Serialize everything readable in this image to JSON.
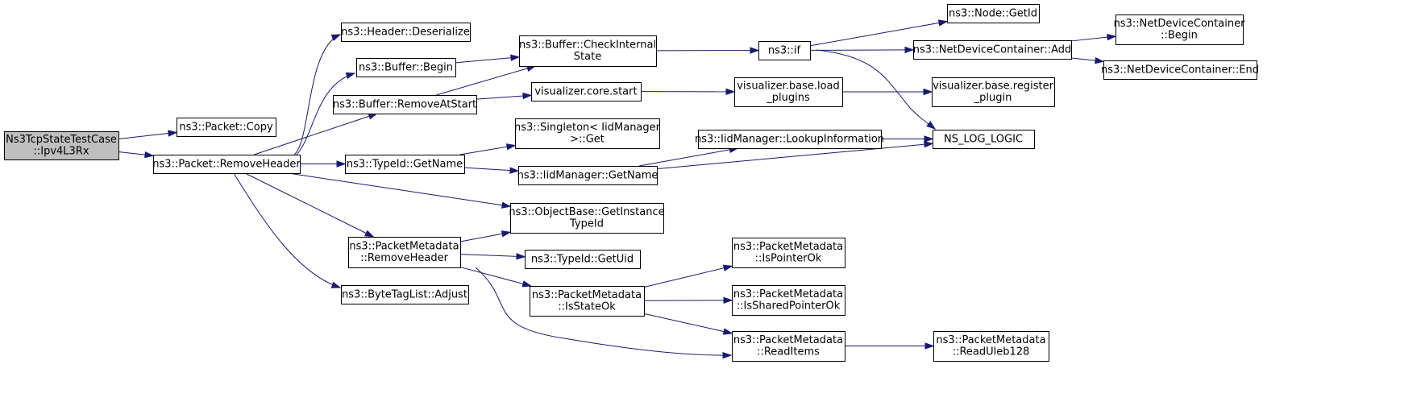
{
  "graph": {
    "edge_color": "#191970",
    "root_fill": "#bfbfbf",
    "node_fill": "#ffffff",
    "nodes": [
      {
        "id": "root",
        "lines": [
          "Ns3TcpStateTestCase",
          "::Ipv4L3Rx"
        ],
        "root": true
      },
      {
        "id": "packet_copy",
        "lines": [
          "ns3::Packet::Copy"
        ]
      },
      {
        "id": "packet_removeheader",
        "lines": [
          "ns3::Packet::RemoveHeader"
        ]
      },
      {
        "id": "header_deserialize",
        "lines": [
          "ns3::Header::Deserialize"
        ]
      },
      {
        "id": "buffer_begin",
        "lines": [
          "ns3::Buffer::Begin"
        ]
      },
      {
        "id": "buffer_removeatstart",
        "lines": [
          "ns3::Buffer::RemoveAtStart"
        ]
      },
      {
        "id": "typeid_getname",
        "lines": [
          "ns3::TypeId::GetName"
        ]
      },
      {
        "id": "pm_removeheader",
        "lines": [
          "ns3::PacketMetadata",
          "::RemoveHeader"
        ]
      },
      {
        "id": "bytetaglist_adjust",
        "lines": [
          "ns3::ByteTagList::Adjust"
        ]
      },
      {
        "id": "buffer_checkinternal",
        "lines": [
          "ns3::Buffer::CheckInternal",
          "State"
        ]
      },
      {
        "id": "viz_core_start",
        "lines": [
          "visualizer.core.start"
        ]
      },
      {
        "id": "singleton_get",
        "lines": [
          "ns3::Singleton< IidManager",
          ">::Get"
        ]
      },
      {
        "id": "iid_getname",
        "lines": [
          "ns3::IidManager::GetName"
        ]
      },
      {
        "id": "objectbase_getinstance",
        "lines": [
          "ns3::ObjectBase::GetInstance",
          "TypeId"
        ]
      },
      {
        "id": "typeid_getuid",
        "lines": [
          "ns3::TypeId::GetUid"
        ]
      },
      {
        "id": "pm_isstateok",
        "lines": [
          "ns3::PacketMetadata",
          "::IsStateOk"
        ]
      },
      {
        "id": "ns3_if",
        "lines": [
          "ns3::if"
        ]
      },
      {
        "id": "viz_base_load",
        "lines": [
          "visualizer.base.load",
          "_plugins"
        ]
      },
      {
        "id": "iid_lookup",
        "lines": [
          "ns3::IidManager::LookupInformation"
        ]
      },
      {
        "id": "pm_ispointerok",
        "lines": [
          "ns3::PacketMetadata",
          "::IsPointerOk"
        ]
      },
      {
        "id": "pm_issharedpointerok",
        "lines": [
          "ns3::PacketMetadata",
          "::IsSharedPointerOk"
        ]
      },
      {
        "id": "pm_readitems",
        "lines": [
          "ns3::PacketMetadata",
          "::ReadItems"
        ]
      },
      {
        "id": "node_getid",
        "lines": [
          "ns3::Node::GetId"
        ]
      },
      {
        "id": "ndc_add",
        "lines": [
          "ns3::NetDeviceContainer::Add"
        ]
      },
      {
        "id": "viz_base_register",
        "lines": [
          "visualizer.base.register",
          "_plugin"
        ]
      },
      {
        "id": "ns_log_logic",
        "lines": [
          "NS_LOG_LOGIC"
        ]
      },
      {
        "id": "pm_readuleb128",
        "lines": [
          "ns3::PacketMetadata",
          "::ReadUleb128"
        ]
      },
      {
        "id": "ndc_begin",
        "lines": [
          "ns3::NetDeviceContainer",
          "::Begin"
        ]
      },
      {
        "id": "ndc_end",
        "lines": [
          "ns3::NetDeviceContainer::End"
        ]
      }
    ],
    "edges": [
      {
        "from": "root",
        "to": "packet_copy"
      },
      {
        "from": "root",
        "to": "packet_removeheader"
      },
      {
        "from": "packet_removeheader",
        "to": "header_deserialize"
      },
      {
        "from": "packet_removeheader",
        "to": "buffer_begin"
      },
      {
        "from": "packet_removeheader",
        "to": "buffer_removeatstart"
      },
      {
        "from": "packet_removeheader",
        "to": "typeid_getname"
      },
      {
        "from": "packet_removeheader",
        "to": "objectbase_getinstance"
      },
      {
        "from": "packet_removeheader",
        "to": "pm_removeheader"
      },
      {
        "from": "packet_removeheader",
        "to": "bytetaglist_adjust"
      },
      {
        "from": "buffer_begin",
        "to": "buffer_checkinternal"
      },
      {
        "from": "buffer_removeatstart",
        "to": "buffer_checkinternal"
      },
      {
        "from": "buffer_removeatstart",
        "to": "viz_core_start"
      },
      {
        "from": "typeid_getname",
        "to": "singleton_get"
      },
      {
        "from": "typeid_getname",
        "to": "iid_getname"
      },
      {
        "from": "pm_removeheader",
        "to": "objectbase_getinstance"
      },
      {
        "from": "pm_removeheader",
        "to": "typeid_getuid"
      },
      {
        "from": "pm_removeheader",
        "to": "pm_isstateok"
      },
      {
        "from": "pm_removeheader",
        "to": "pm_readitems"
      },
      {
        "from": "buffer_checkinternal",
        "to": "ns3_if"
      },
      {
        "from": "viz_core_start",
        "to": "viz_base_load"
      },
      {
        "from": "iid_getname",
        "to": "iid_lookup"
      },
      {
        "from": "iid_getname",
        "to": "ns_log_logic"
      },
      {
        "from": "pm_isstateok",
        "to": "pm_ispointerok"
      },
      {
        "from": "pm_isstateok",
        "to": "pm_issharedpointerok"
      },
      {
        "from": "pm_isstateok",
        "to": "pm_readitems"
      },
      {
        "from": "ns3_if",
        "to": "node_getid"
      },
      {
        "from": "ns3_if",
        "to": "ndc_add"
      },
      {
        "from": "ns3_if",
        "to": "ns_log_logic"
      },
      {
        "from": "viz_base_load",
        "to": "viz_base_register"
      },
      {
        "from": "iid_lookup",
        "to": "ns_log_logic"
      },
      {
        "from": "pm_readitems",
        "to": "pm_readuleb128"
      },
      {
        "from": "ndc_add",
        "to": "ndc_begin"
      },
      {
        "from": "ndc_add",
        "to": "ndc_end"
      }
    ]
  }
}
